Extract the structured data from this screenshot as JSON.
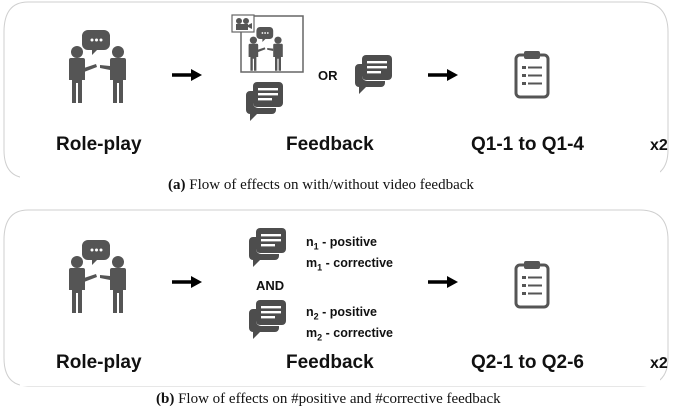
{
  "panel_a": {
    "stages": [
      "Role-play",
      "Feedback",
      "Q1-1 to Q1-4"
    ],
    "or_label": "OR",
    "repeat": "x2",
    "caption_label": "(a)",
    "caption_text": "Flow of effects on with/without video feedback"
  },
  "panel_b": {
    "stages": [
      "Role-play",
      "Feedback",
      "Q2-1 to Q2-6"
    ],
    "and_label": "AND",
    "feedback_1": {
      "n": "n",
      "n_sub": "1",
      "n_text": " - positive",
      "m": "m",
      "m_sub": "1",
      "m_text": " - corrective"
    },
    "feedback_2": {
      "n": "n",
      "n_sub": "2",
      "n_text": " - positive",
      "m": "m",
      "m_sub": "2",
      "m_text": " - corrective"
    },
    "repeat": "x2",
    "caption_label": "(b)",
    "caption_text": "Flow of effects on #positive and #corrective feedback"
  }
}
